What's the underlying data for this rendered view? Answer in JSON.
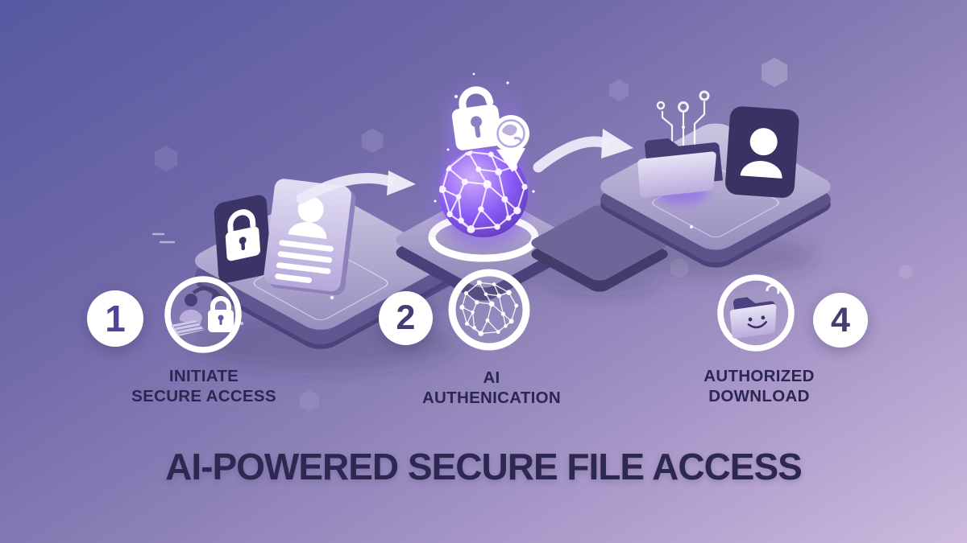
{
  "title": "AI-POWERED SECURE FILE ACCESS",
  "steps": [
    {
      "number": "1",
      "line1": "INITIATE",
      "line2": "SECURE ACCESS",
      "icon": "user-login-lock-icon"
    },
    {
      "number": "2",
      "line1": "AI",
      "line2": "AUTHENICATION",
      "icon": "ai-neural-network-icon"
    },
    {
      "number": "4",
      "line1": "AUTHORIZED",
      "line2": "DOWNLOAD",
      "icon": "smiling-secure-folder-icon"
    }
  ],
  "illustration": {
    "left_scene_icons": [
      "id-card-icon",
      "padlock-panel-icon",
      "isometric-platform"
    ],
    "center_scene_icons": [
      "open-padlock-globe-pin-icon",
      "ai-network-sphere-icon",
      "glow-ring-platform"
    ],
    "right_scene_icons": [
      "open-folder-icon",
      "circuit-nodes-icon",
      "user-card-icon",
      "isometric-platform"
    ],
    "arrow_count": 2
  },
  "colors": {
    "background_top_left": "#5659a2",
    "background_bottom_right": "#cdbade",
    "glow_purple": "#8b5cf6",
    "platform_side": "#4e4680",
    "platform_top": "#c1b9d9",
    "text_dark": "#2b2751",
    "number_purple": "#514596",
    "white": "#ffffff"
  }
}
